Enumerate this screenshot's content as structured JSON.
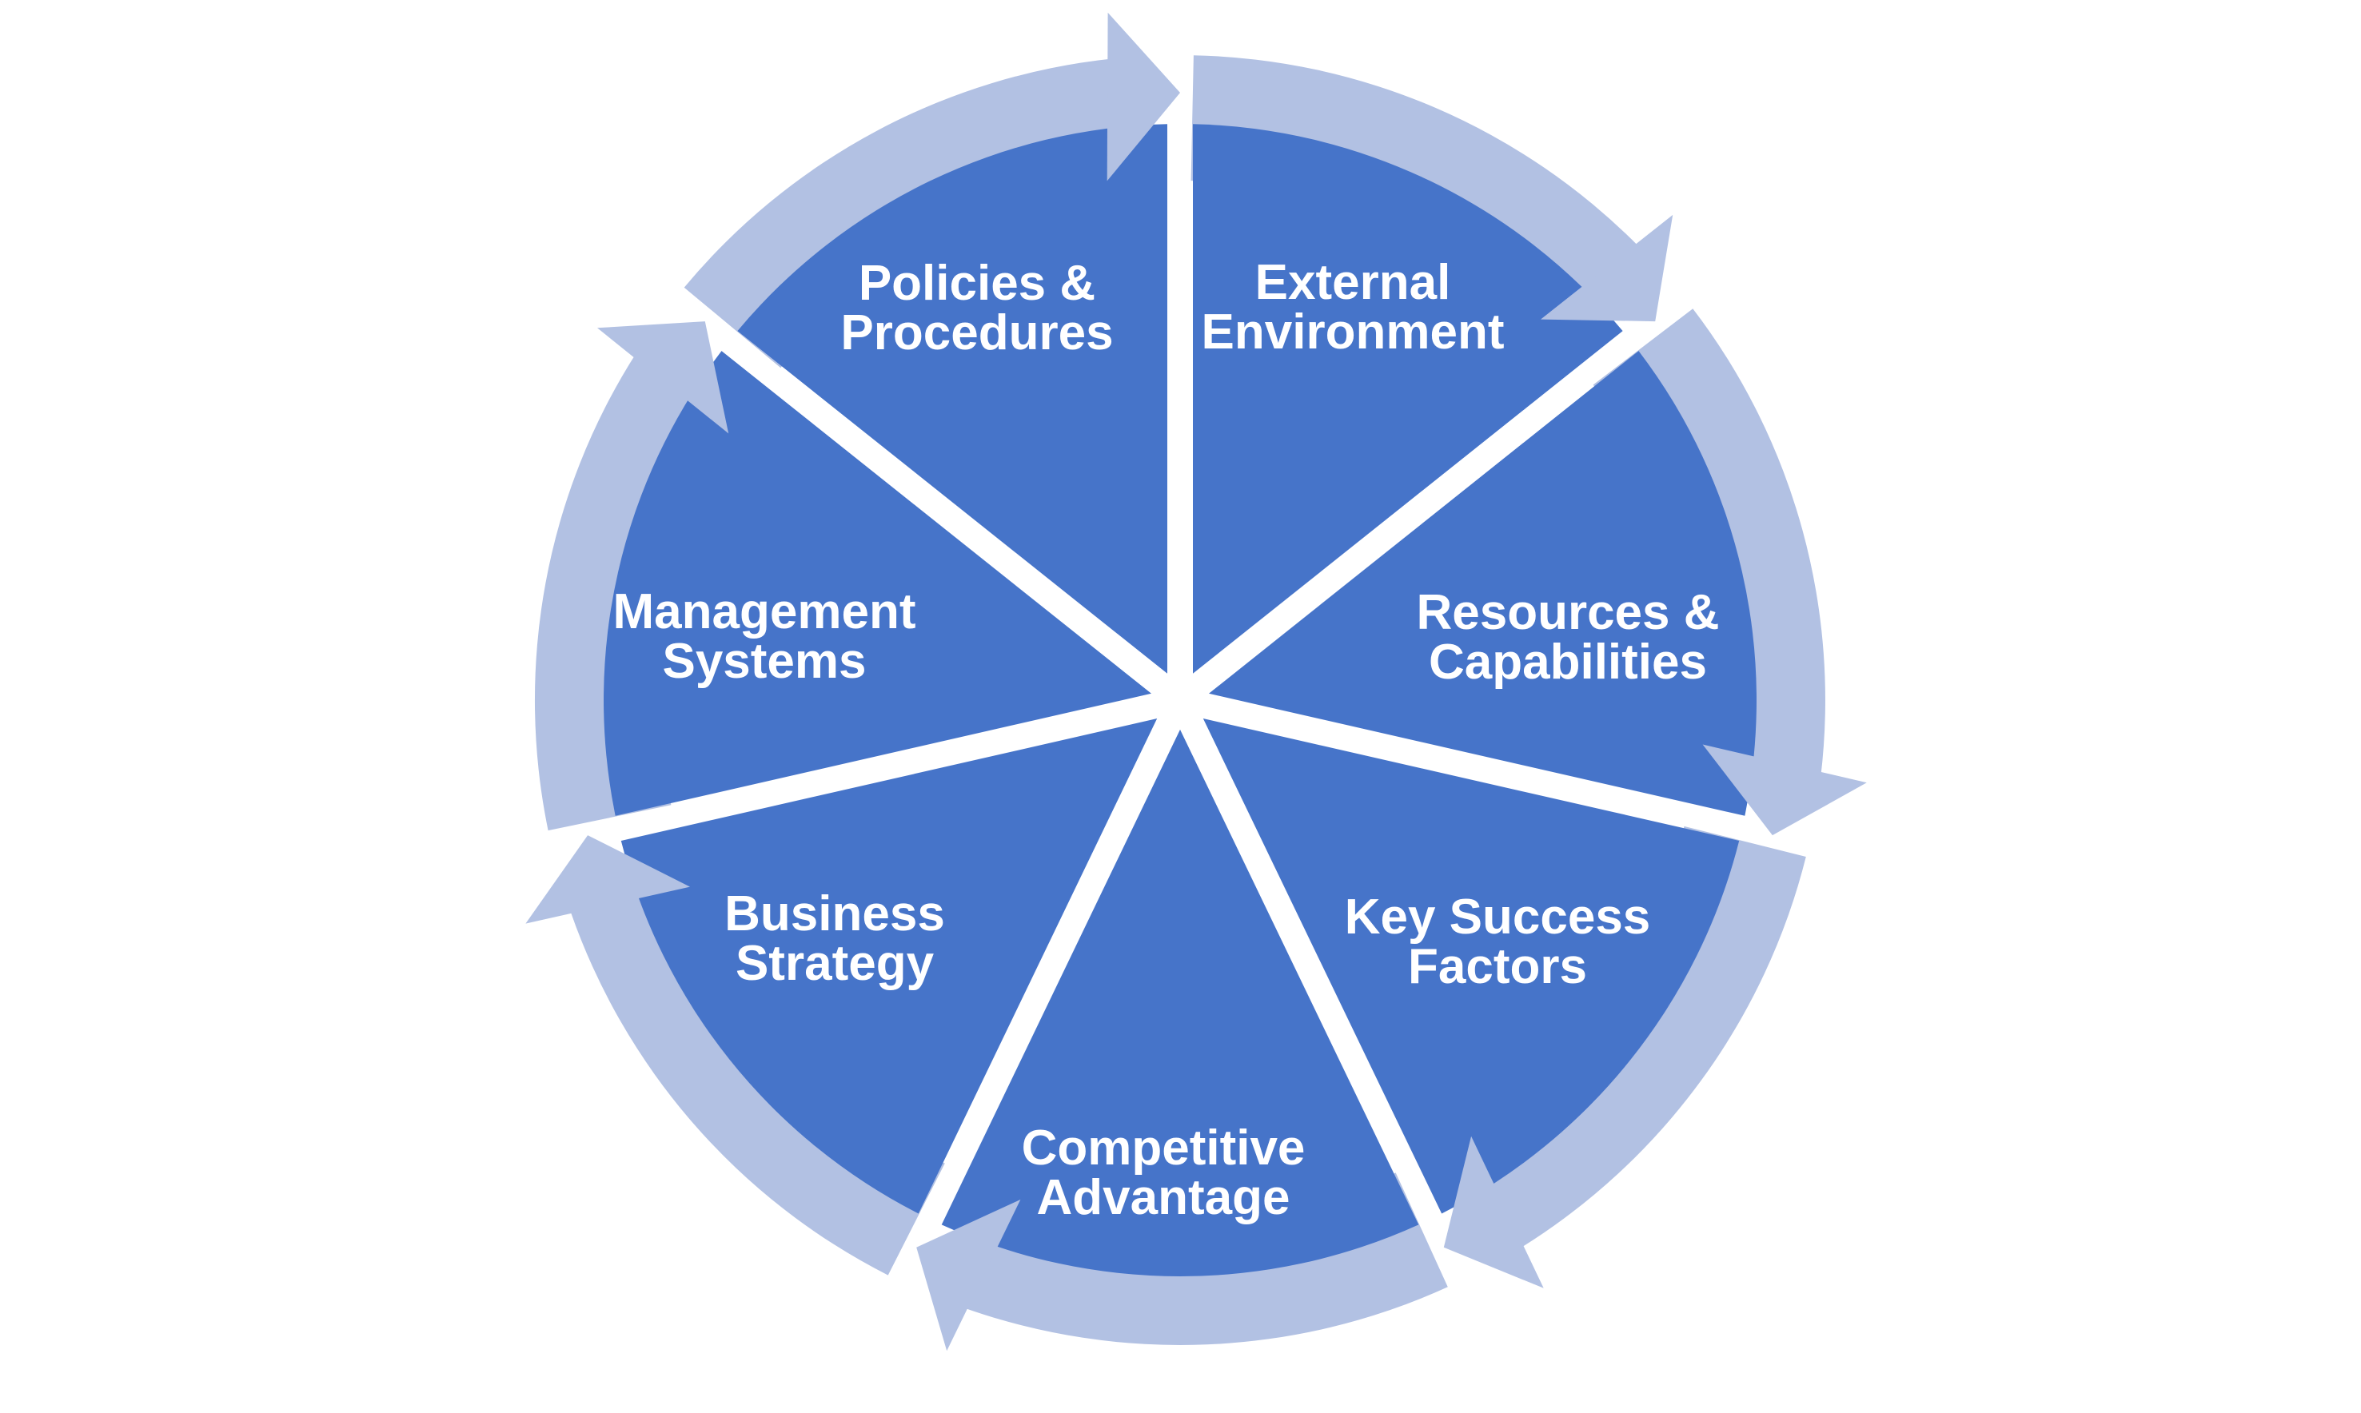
{
  "diagram": {
    "type": "cycle",
    "direction": "clockwise",
    "segment_count": 7,
    "colors": {
      "segment_fill": "#4674C9",
      "arrow_fill": "#B2C1E3",
      "label_text": "#FFFFFF",
      "background": "#FFFFFF"
    },
    "segments": [
      {
        "label": "External Environment",
        "lines": [
          "External",
          "Environment"
        ]
      },
      {
        "label": "Resources & Capabilities",
        "lines": [
          "Resources &",
          "Capabilities"
        ]
      },
      {
        "label": "Key Success Factors",
        "lines": [
          "Key Success",
          "Factors"
        ]
      },
      {
        "label": "Competitive Advantage",
        "lines": [
          "Competitive",
          "Advantage"
        ]
      },
      {
        "label": "Business Strategy",
        "lines": [
          "Business",
          "Strategy"
        ]
      },
      {
        "label": "Management Systems",
        "lines": [
          "Management",
          "Systems"
        ]
      },
      {
        "label": "Policies & Procedures",
        "lines": [
          "Policies &",
          "Procedures"
        ]
      }
    ]
  }
}
